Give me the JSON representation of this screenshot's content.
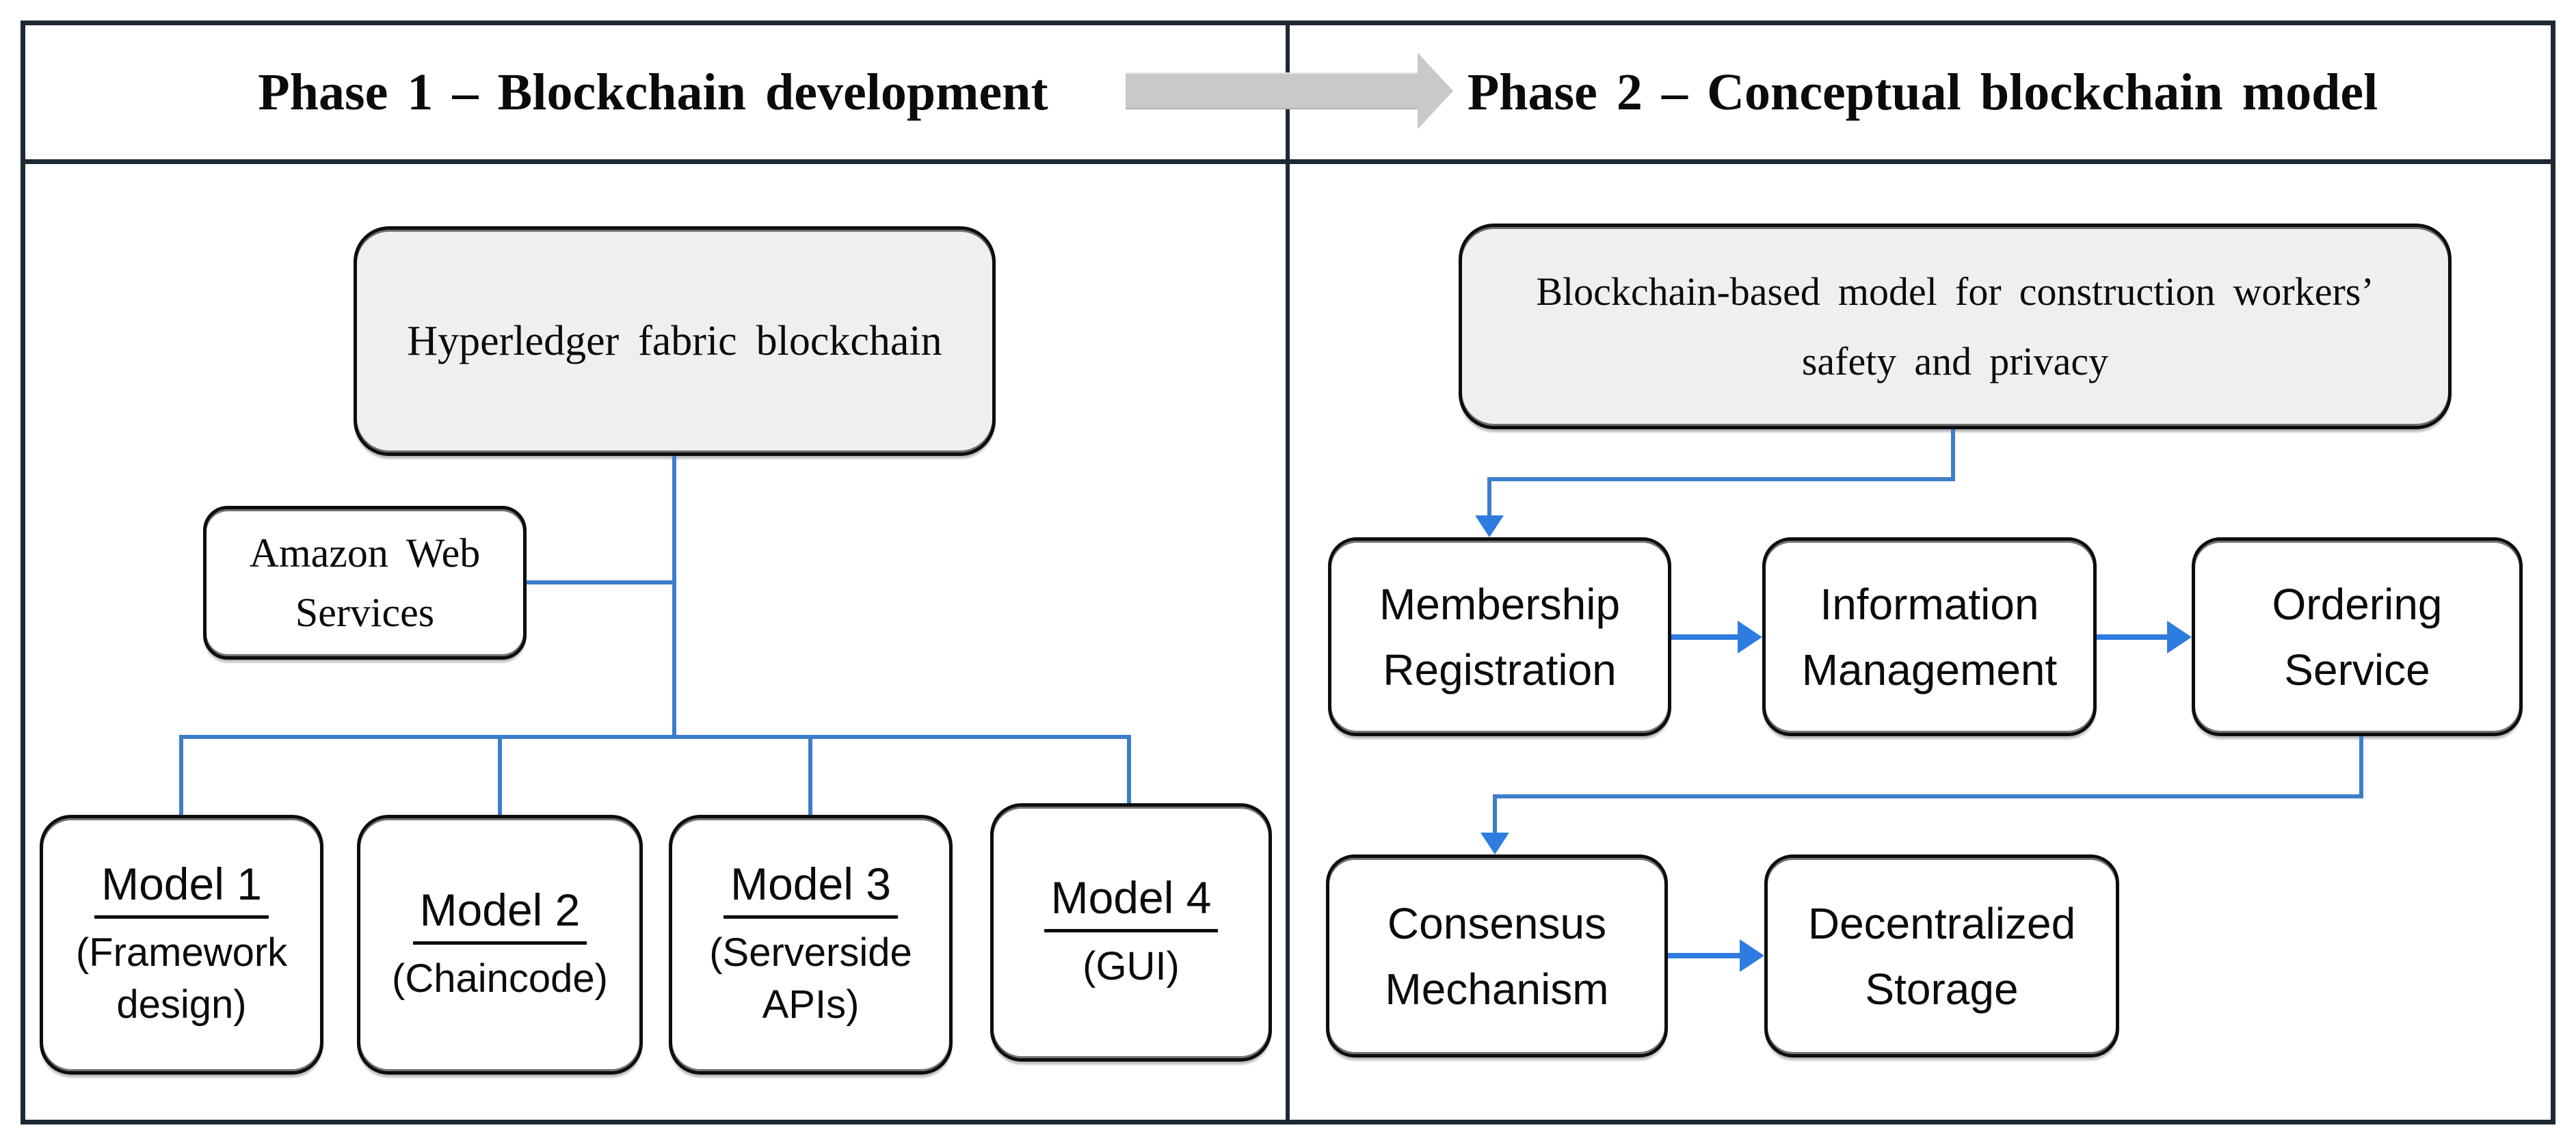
{
  "figure": {
    "type": "two-phase flow diagram"
  },
  "header": {
    "phase1_title": "Phase 1 – Blockchain development",
    "phase2_title": "Phase 2 – Conceptual blockchain model",
    "transition_icon": "right-arrow"
  },
  "phase1": {
    "root_box_label": "Hyperledger fabric blockchain",
    "aws_box_label": "Amazon Web Services",
    "models": [
      {
        "title": "Model 1",
        "subtitle": "(Framework design)"
      },
      {
        "title": "Model 2",
        "subtitle": "(Chaincode)"
      },
      {
        "title": "Model 3",
        "subtitle": "(Serverside APIs)"
      },
      {
        "title": "Model 4",
        "subtitle": "(GUI)"
      }
    ]
  },
  "phase2": {
    "root_box_lines": [
      "Blockchain-based model for construction workers’",
      "safety and privacy"
    ],
    "flow_row1": [
      {
        "label": "Membership Registration"
      },
      {
        "label": "Information Management"
      },
      {
        "label": "Ordering Service"
      }
    ],
    "flow_row2": [
      {
        "label": "Consensus Mechanism"
      },
      {
        "label": "Decentralized Storage"
      }
    ]
  },
  "colors": {
    "border_dark": "#1e2936",
    "connector_blue": "#3d7ecb",
    "arrow_blue": "#2e7ce0",
    "box_fill_gray": "#efefef",
    "box_border": "#0d0d0d",
    "text_color": "#0b0b0b",
    "transition_arrow_gray": "#c9c9c9"
  }
}
